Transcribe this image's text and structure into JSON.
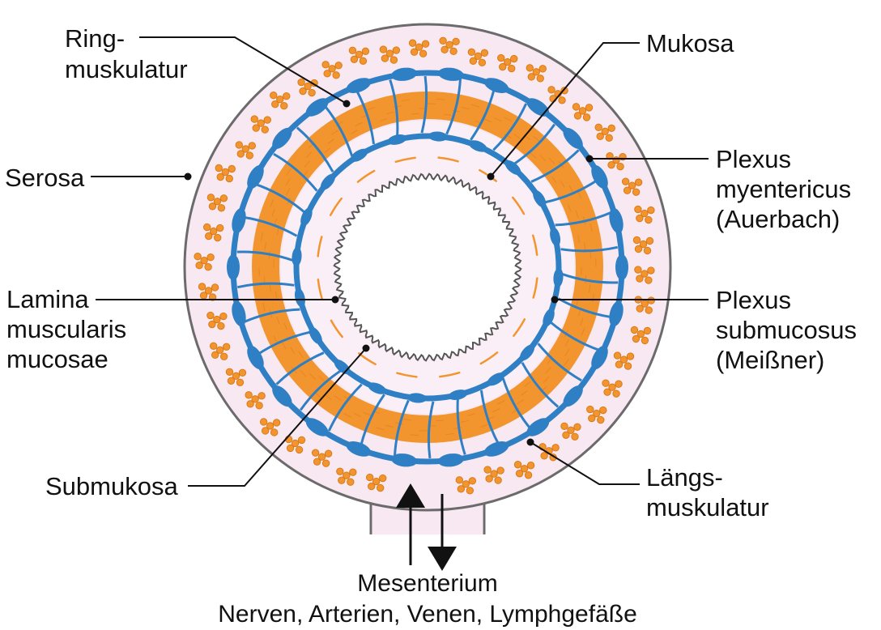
{
  "labels": {
    "ring_1": "Ring-",
    "ring_2": "muskulatur",
    "mukosa": "Mukosa",
    "serosa": "Serosa",
    "plexus_my_1": "Plexus",
    "plexus_my_2": "myentericus",
    "plexus_my_3": "(Auerbach)",
    "lamina_1": "Lamina",
    "lamina_2": "muscularis",
    "lamina_3": "mucosae",
    "plexus_sub_1": "Plexus",
    "plexus_sub_2": "submucosus",
    "plexus_sub_3": "(Meißner)",
    "submukosa": "Submukosa",
    "laengs_1": "Längs-",
    "laengs_2": "muskulatur",
    "mesenterium": "Mesenterium",
    "vessels": "Nerven, Arterien, Venen, Lymphgefäße"
  },
  "colors": {
    "serosa_fill": "#f8e8f2",
    "outline": "#6b6b6b",
    "muscle_orange": "#f2952f",
    "nerve_blue": "#2f7fc4",
    "fiber": "#e07a1a",
    "mucosa_line": "#555555",
    "text": "#111111"
  }
}
